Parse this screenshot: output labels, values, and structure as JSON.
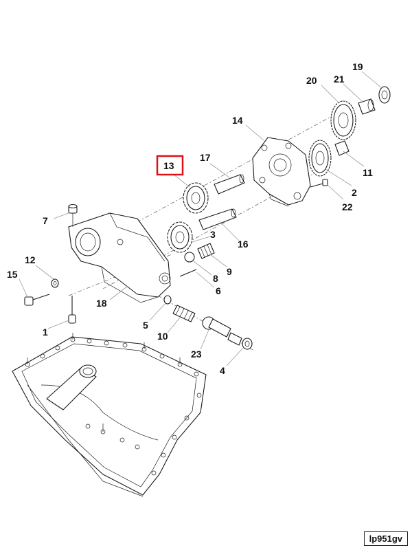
{
  "highlight_color": "#e0101a",
  "highlighted_callout": "13",
  "callouts": [
    {
      "id": "c19",
      "label": "19"
    },
    {
      "id": "c20",
      "label": "20"
    },
    {
      "id": "c21",
      "label": "21"
    },
    {
      "id": "c14",
      "label": "14"
    },
    {
      "id": "c13",
      "label": "13"
    },
    {
      "id": "c17",
      "label": "17"
    },
    {
      "id": "c11",
      "label": "11"
    },
    {
      "id": "c2",
      "label": "2"
    },
    {
      "id": "c22",
      "label": "22"
    },
    {
      "id": "c7",
      "label": "7"
    },
    {
      "id": "c3",
      "label": "3"
    },
    {
      "id": "c16",
      "label": "16"
    },
    {
      "id": "c12",
      "label": "12"
    },
    {
      "id": "c15",
      "label": "15"
    },
    {
      "id": "c9",
      "label": "9"
    },
    {
      "id": "c8",
      "label": "8"
    },
    {
      "id": "c6",
      "label": "6"
    },
    {
      "id": "c18",
      "label": "18"
    },
    {
      "id": "c5",
      "label": "5"
    },
    {
      "id": "c1",
      "label": "1"
    },
    {
      "id": "c10",
      "label": "10"
    },
    {
      "id": "c23",
      "label": "23"
    },
    {
      "id": "c4",
      "label": "4"
    }
  ],
  "reference_code": "lp951gv"
}
